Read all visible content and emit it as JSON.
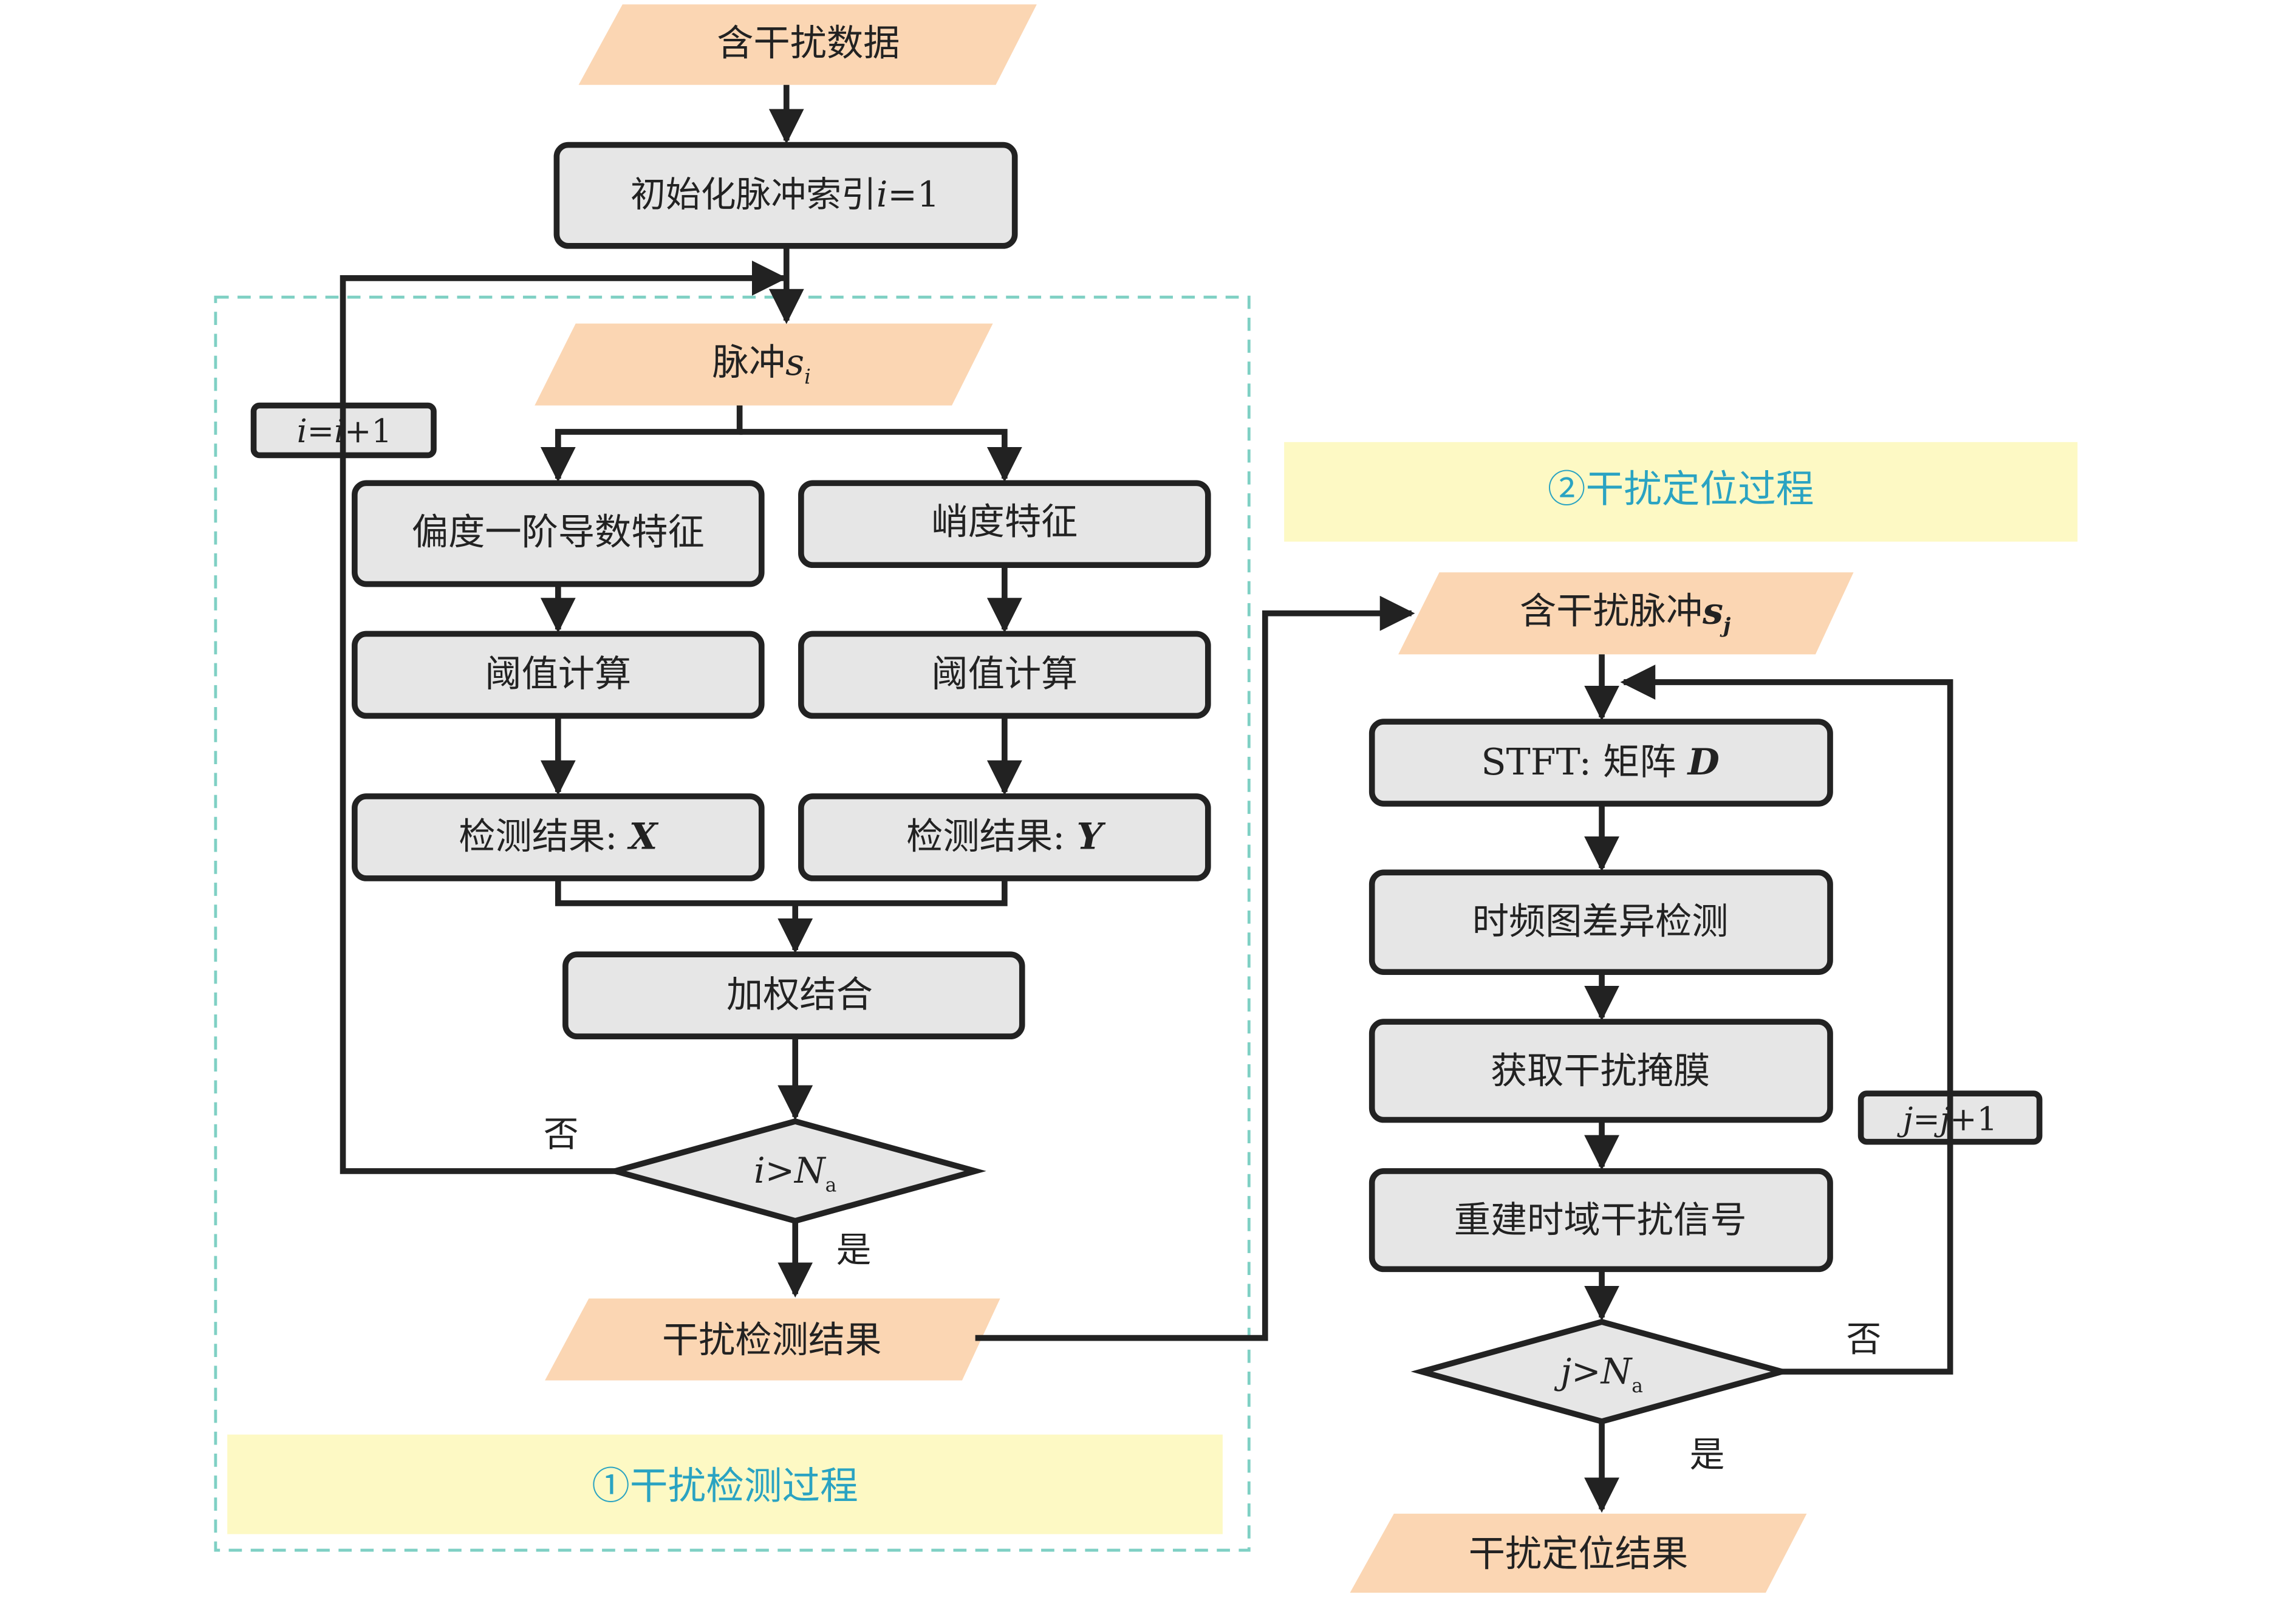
{
  "colors": {
    "io_fill": "#fbd6b3",
    "process_fill": "#e6e6e6",
    "band_fill": "#fdf9c4",
    "caption_text": "#2aa3c2",
    "dashed_border": "#7fd0c4",
    "stroke": "#222222"
  },
  "left": {
    "input": "含干扰数据",
    "init": {
      "text": "初始化脉冲索引",
      "var": "i",
      "rest": "=1"
    },
    "pulse": {
      "text": "脉冲",
      "var": "s",
      "sub": "i"
    },
    "increment": {
      "a": "i",
      "mid": "=",
      "b": "i",
      "rest": "+1"
    },
    "feat1": "偏度一阶导数特征",
    "feat2": "峭度特征",
    "thresh1": "阈值计算",
    "thresh2": "阈值计算",
    "result1": {
      "text": "检测结果: ",
      "var": "X"
    },
    "result2": {
      "text": "检测结果: ",
      "var": "Y"
    },
    "combine": "加权结合",
    "decision": {
      "var": "i",
      "op": ">",
      "N": "N",
      "sub": "a"
    },
    "no": "否",
    "yes": "是",
    "output": "干扰检测结果",
    "caption": "①干扰检测过程"
  },
  "right": {
    "caption": "②干扰定位过程",
    "input": {
      "text": "含干扰脉冲",
      "var": "s",
      "sub": "j"
    },
    "stft": {
      "text": "STFT: 矩阵 ",
      "var": "D"
    },
    "tf_detect": "时频图差异检测",
    "mask": "获取干扰掩膜",
    "rebuild": "重建时域干扰信号",
    "increment": {
      "a": "j",
      "mid": "=",
      "b": "j",
      "rest": "+1"
    },
    "decision": {
      "var": "j",
      "op": ">",
      "N": "N",
      "sub": "a"
    },
    "no": "否",
    "yes": "是",
    "output": "干扰定位结果"
  }
}
